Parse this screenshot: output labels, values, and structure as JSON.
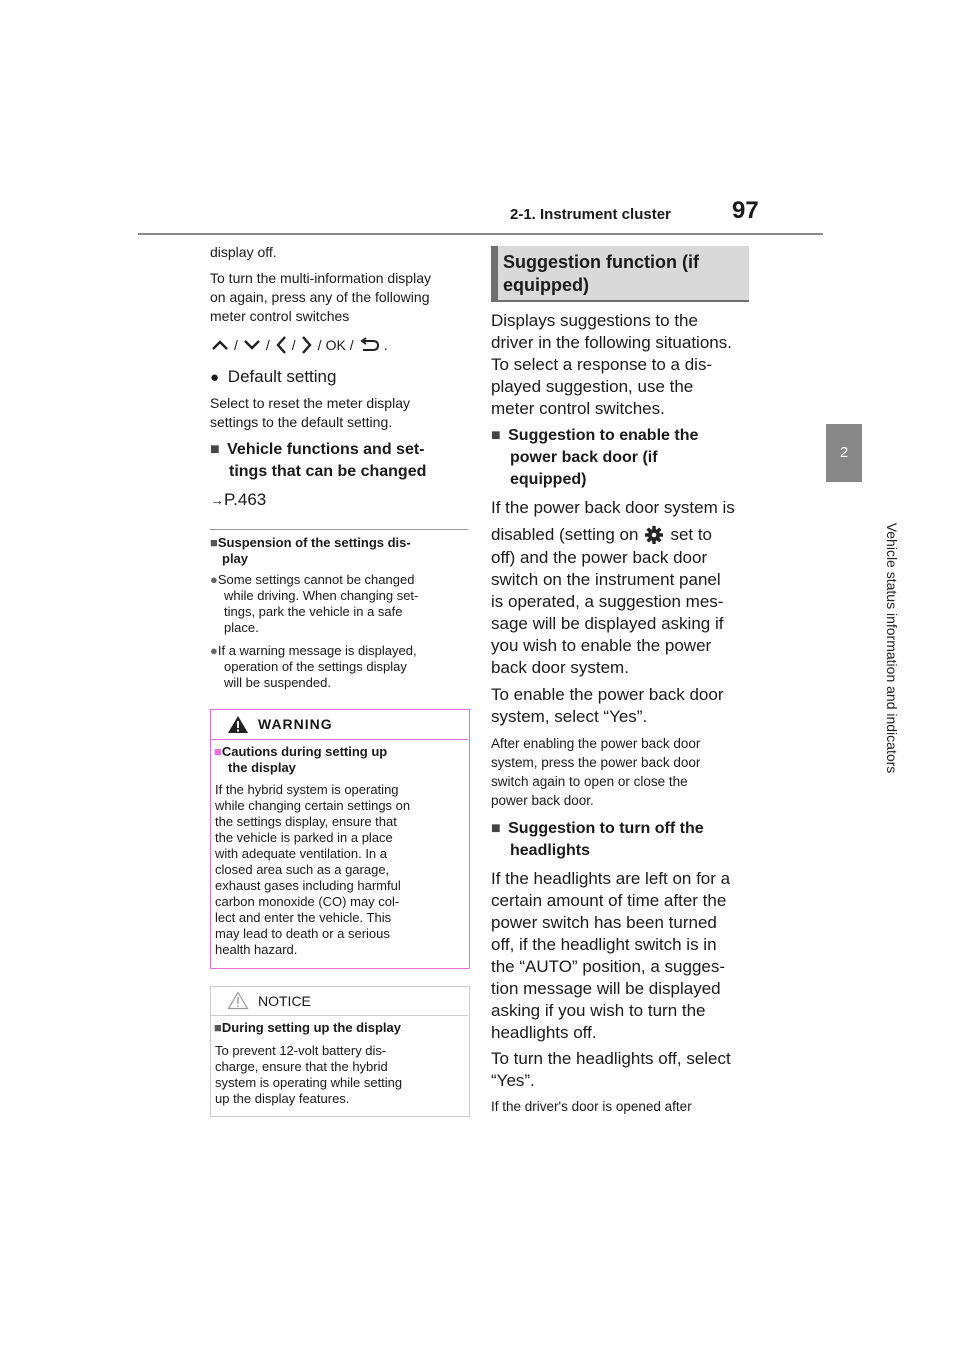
{
  "header": {
    "title": "2-1. Instrument cluster",
    "page_number": "97"
  },
  "side_tab": {
    "number": "2",
    "label": "Vehicle status information and indicators"
  },
  "left": {
    "p_display_off": "display off.",
    "p_turn_on_1": "To turn the multi-information display",
    "p_turn_on_2": "on again, press any of the following",
    "p_turn_on_3": "meter control switches",
    "switch_sep": "/",
    "switch_ok": "OK",
    "switch_end": ".",
    "default_setting": "Default setting",
    "default_desc_1": "Select to reset the meter display",
    "default_desc_2": "settings to the default setting.",
    "vehicle_functions_1": "Vehicle functions and set-",
    "vehicle_functions_2": "tings that can be changed",
    "page_ref": "P.463",
    "suspension_head_1": "Suspension of the settings dis-",
    "suspension_head_2": "play",
    "suspension_b1_1": "Some settings cannot be changed",
    "suspension_b1_2": "while driving. When changing set-",
    "suspension_b1_3": "tings, park the vehicle in a safe",
    "suspension_b1_4": "place.",
    "suspension_b2_1": "If a warning message is displayed,",
    "suspension_b2_2": "operation of the settings display",
    "suspension_b2_3": "will be suspended.",
    "warning": {
      "label": "WARNING",
      "head_1": "Cautions during setting up",
      "head_2": "the display",
      "lines": [
        "If the hybrid system is operating",
        "while changing certain settings on",
        "the settings display, ensure that",
        "the vehicle is parked in a place",
        "with adequate ventilation. In a",
        "closed area such as a garage,",
        "exhaust gases including harmful",
        "carbon monoxide (CO) may col-",
        "lect and enter the vehicle. This",
        "may lead to death or a serious",
        "health hazard."
      ]
    },
    "notice": {
      "label": "NOTICE",
      "head": "During setting up the display",
      "lines": [
        "To prevent 12-volt battery dis-",
        "charge, ensure that the hybrid",
        "system is operating while setting",
        "up the display features."
      ]
    }
  },
  "right": {
    "section_title_1": "Suggestion function (if",
    "section_title_2": "equipped)",
    "intro": [
      "Displays suggestions to the",
      "driver in the following situations.",
      "To select a response to a dis-",
      "played suggestion, use the",
      "meter control switches."
    ],
    "pbd_head_1": "Suggestion to enable the",
    "pbd_head_2": "power back door (if",
    "pbd_head_3": "equipped)",
    "pbd_p1_1": "If the power back door system is",
    "pbd_p1_2a": "disabled (setting on",
    "pbd_p1_2b": "set to",
    "pbd_p1_rest": [
      "off) and the power back door",
      "switch on the instrument panel",
      "is operated, a suggestion mes-",
      "sage will be displayed asking if",
      "you wish to enable the power",
      "back door system."
    ],
    "pbd_p2": [
      "To enable the power back door",
      "system, select “Yes”."
    ],
    "pbd_p3": [
      "After enabling the power back door",
      "system, press the power back door",
      "switch again to open or close the",
      "power back door."
    ],
    "hl_head_1": "Suggestion to turn off the",
    "hl_head_2": "headlights",
    "hl_p1": [
      "If the headlights are left on for a",
      "certain amount of time after the",
      "power switch has been turned",
      "off, if the headlight switch is in",
      "the “AUTO” position, a sugges-",
      "tion message will be displayed",
      "asking if you wish to turn the",
      "headlights off."
    ],
    "hl_p2": [
      "To turn the headlights off, select",
      "“Yes”."
    ],
    "hl_p3": "If the driver's door is opened after"
  }
}
